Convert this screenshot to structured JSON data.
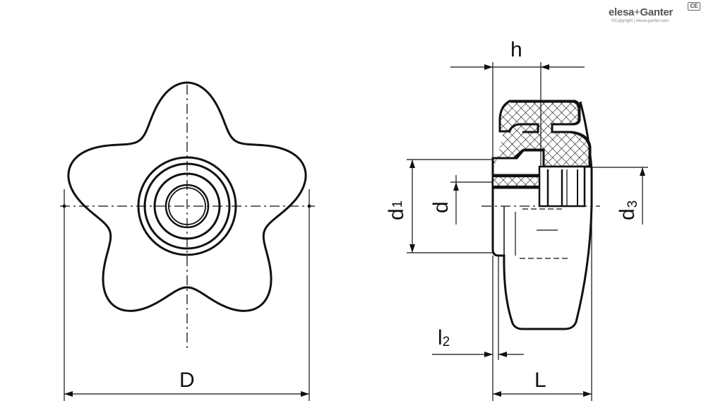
{
  "brand": {
    "name_left": "elesa",
    "plus": "+",
    "name_right": "Ganter",
    "copyright": "©Copyright | elesa-ganter.com",
    "badge": "CE"
  },
  "labels": {
    "D": "D",
    "h": "h",
    "d1_main": "d",
    "d1_sub": "1",
    "d": "d",
    "d3_main": "d",
    "d3_sub": "3",
    "l2_main": "l",
    "l2_sub": "2",
    "L": "L"
  }
}
